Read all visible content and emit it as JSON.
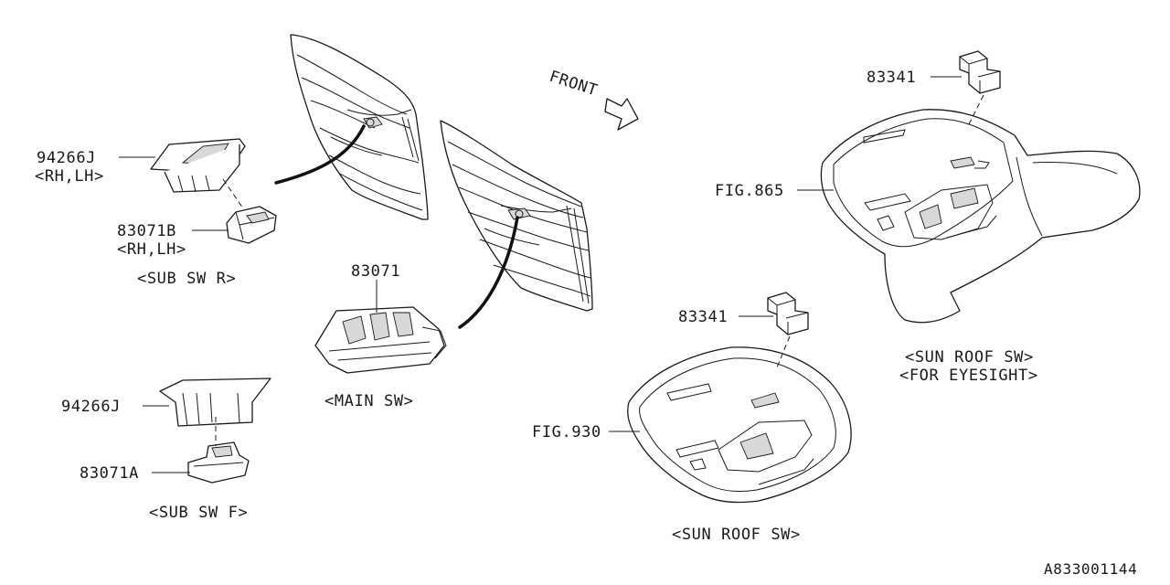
{
  "labels": {
    "p94266j_top": "94266J",
    "rh_lh_1": "<RH,LH>",
    "p83071b": "83071B",
    "rh_lh_2": "<RH,LH>",
    "sub_sw_r": "<SUB SW R>",
    "p83071": "83071",
    "main_sw": "<MAIN SW>",
    "p94266j_bottom": "94266J",
    "p83071a": "83071A",
    "sub_sw_f": "<SUB SW F>",
    "front": "FRONT",
    "p83341_top": "83341",
    "fig865": "FIG.865",
    "sun_roof_sw_eyesight": "<SUN ROOF SW>",
    "for_eyesight": "<FOR EYESIGHT>",
    "p83341_bottom": "83341",
    "fig930": "FIG.930",
    "sun_roof_sw": "<SUN ROOF SW>",
    "diagram_id": "A833001144"
  }
}
